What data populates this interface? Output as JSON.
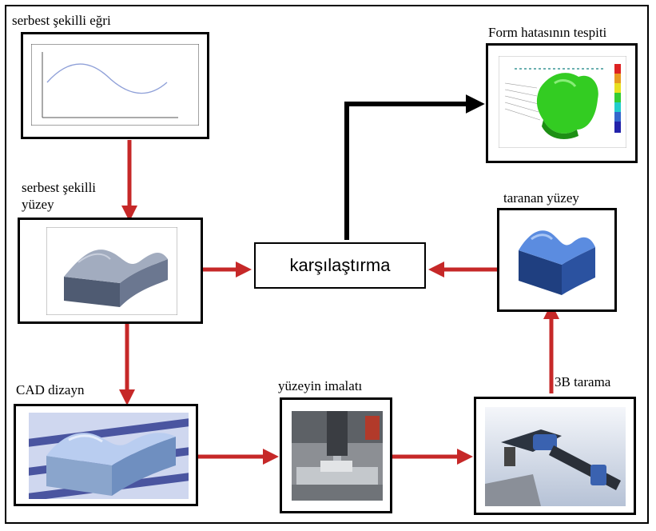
{
  "nodes": {
    "curve": {
      "label": "serbest şekilli eğri"
    },
    "surface": {
      "label_line1": "serbest şekilli",
      "label_line2": "yüzey"
    },
    "cad": {
      "label": "CAD dizayn"
    },
    "manufacture": {
      "label": "yüzeyin imalatı"
    },
    "scanner": {
      "label": "3B tarama"
    },
    "scanned": {
      "label": "taranan yüzey"
    },
    "form_error": {
      "label": "Form hatasının tespiti"
    },
    "compare": {
      "label": "karşılaştırma"
    }
  },
  "colors": {
    "flow_arrow": "#c62828",
    "feedback_arrow": "#000000",
    "surface_gray": "#8a95a8",
    "scan_blue": "#3a6fc0",
    "error_green": "#33cc22"
  }
}
